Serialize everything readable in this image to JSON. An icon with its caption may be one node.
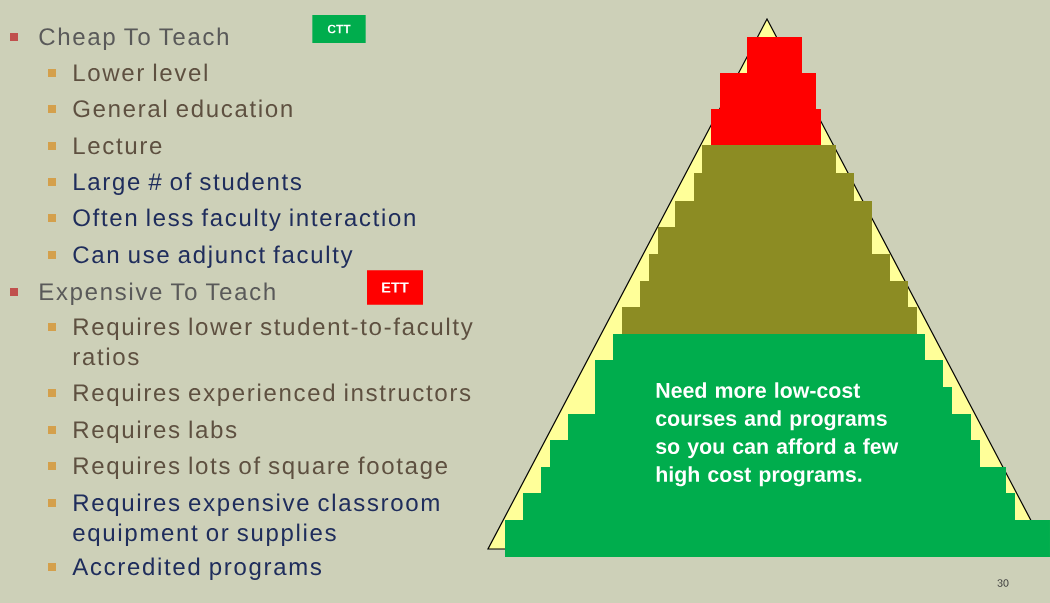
{
  "diagram": {
    "nodes": [
      {
        "text": [
          "CTT"
        ]
      },
      {
        "text": [
          "ETT"
        ]
      },
      {
        "text": [],
        "shape": "box"
      },
      {
        "text": [],
        "shape": "box"
      },
      {
        "text": [
          "Need more low-cost courses and programs so you can afford a few high cost programs."
        ]
      }
    ],
    "labels": [
      "Cheap To Teach",
      "Lower level",
      "General education",
      "Lecture",
      "Large # of students",
      "Often less faculty interaction",
      "Can use adjunct faculty",
      "Expensive To Teach",
      "Requires lower student-to-faculty ratios",
      "Requires experienced instructors",
      "Requires labs",
      "Requires lots of square footage",
      "Requires expensive classroom equipment or supplies",
      "Accredited programs",
      "30"
    ]
  }
}
